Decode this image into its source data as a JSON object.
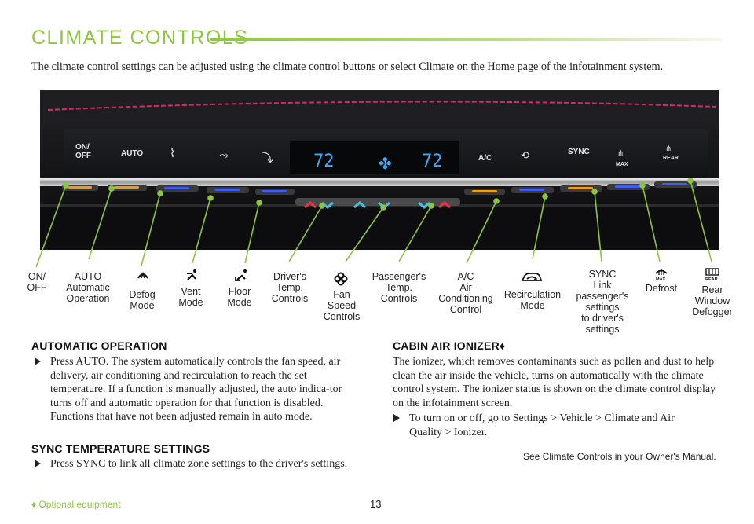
{
  "header": {
    "title": "CLIMATE CONTROLS"
  },
  "intro": "The climate control settings can be adjusted using the climate control buttons or select Climate on the Home page of the infotainment system.",
  "panel": {
    "buttons_top": [
      "ON/\nOFF",
      "AUTO",
      "A/C",
      "SYNC",
      "MAX",
      "REAR"
    ],
    "display_left": "72",
    "display_right": "72"
  },
  "callouts": [
    {
      "label": "ON/\nOFF",
      "icon": ""
    },
    {
      "label": "AUTO\nAutomatic\nOperation",
      "icon": ""
    },
    {
      "label": "Defog\nMode",
      "icon": "defog-mode-icon"
    },
    {
      "label": "Vent\nMode",
      "icon": "vent-mode-icon"
    },
    {
      "label": "Floor\nMode",
      "icon": "floor-mode-icon"
    },
    {
      "label": "Driver's\nTemp.\nControls",
      "icon": ""
    },
    {
      "label": "Fan\nSpeed\nControls",
      "icon": "fan-icon"
    },
    {
      "label": "Passenger's\nTemp.\nControls",
      "icon": ""
    },
    {
      "label": "A/C\nAir\nConditioning\nControl",
      "icon": ""
    },
    {
      "label": "Recirculation\nMode",
      "icon": "recirculation-icon"
    },
    {
      "label": "SYNC\nLink\npassenger's\nsettings\nto driver's\nsettings",
      "icon": ""
    },
    {
      "label": "Defrost",
      "icon": "defrost-max-icon"
    },
    {
      "label": "Rear\nWindow\nDefogger",
      "icon": "rear-defogger-icon"
    }
  ],
  "icon_text": {
    "max": "MAX",
    "rear": "REAR"
  },
  "automatic": {
    "heading": "AUTOMATIC OPERATION",
    "bullet": "Press AUTO. The system automatically controls the fan speed, air delivery, air conditioning and recirculation to reach the set temperature. If a function is manually adjusted, the auto indica-tor turns off and automatic operation for that function is disabled. Functions that have not been adjusted remain in auto mode."
  },
  "sync": {
    "heading": "SYNC TEMPERATURE SETTINGS",
    "bullet": "Press SYNC to link all climate zone settings to the driver's settings."
  },
  "ionizer": {
    "heading": "CABIN AIR IONIZER♦",
    "para": "The ionizer, which removes contaminants such as pollen and dust to help clean the air inside the vehicle, turns on automatically with the climate control system. The ionizer status is shown on the climate control display on the infotainment screen.",
    "bullet": "To turn on or off, go to Settings > Vehicle > Climate and Air Quality > Ionizer."
  },
  "see_manual": "See Climate Controls in your Owner's Manual.",
  "footnote": "♦ Optional equipment",
  "page_number": "13",
  "colors": {
    "accent": "#8cc63f",
    "led_amber": "#f39c12",
    "led_blue": "#3d5cff",
    "display_blue": "#3fa9f5"
  }
}
